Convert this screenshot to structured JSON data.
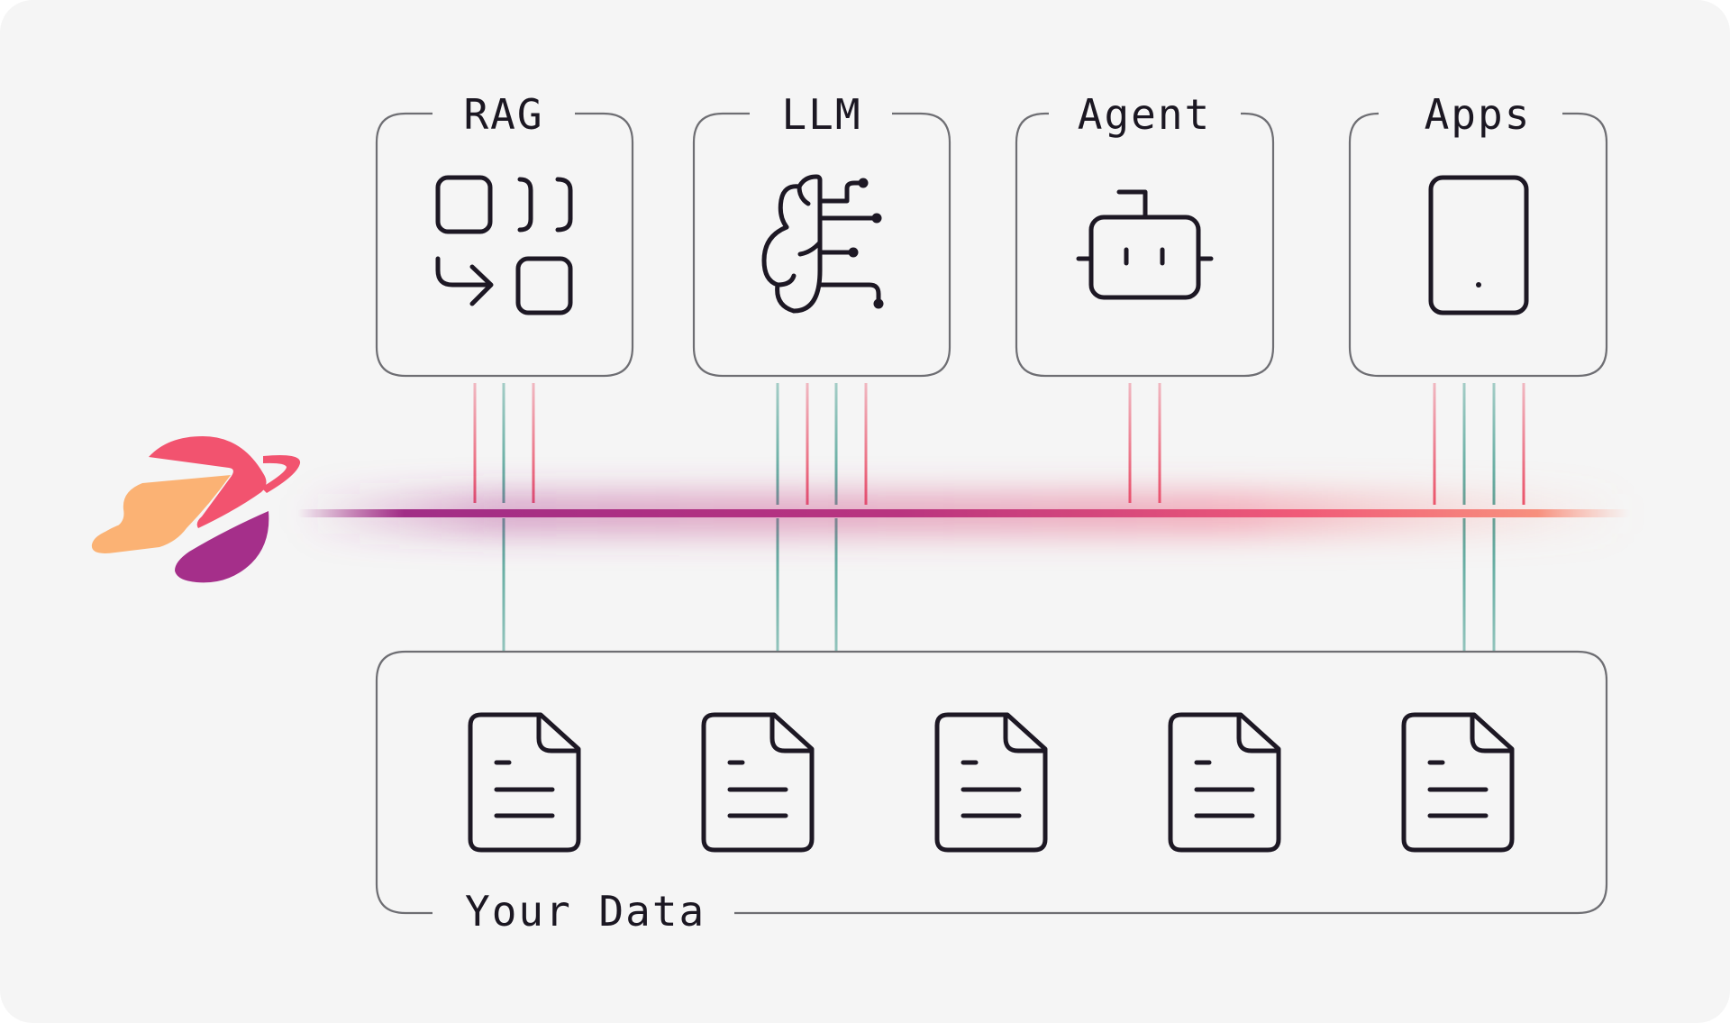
{
  "diagram": {
    "top_boxes": [
      {
        "id": "rag",
        "label": "RAG",
        "icon": "rag-blocks-icon"
      },
      {
        "id": "llm",
        "label": "LLM",
        "icon": "brain-circuit-icon"
      },
      {
        "id": "agent",
        "label": "Agent",
        "icon": "robot-icon"
      },
      {
        "id": "apps",
        "label": "Apps",
        "icon": "tablet-icon"
      }
    ],
    "data_box": {
      "label": "Your Data",
      "document_count": 5,
      "icon": "document-icon"
    },
    "logo": {
      "icon": "planet-logo-icon"
    },
    "colors": {
      "background": "#f5f5f5",
      "box_stroke": "#6e6e73",
      "icon_stroke": "#1d1824",
      "line_red": "#e8455f",
      "line_teal": "#3f9a8c",
      "bus_purple": "#a12d86",
      "bus_pink": "#f05a78",
      "logo_pink": "#f2536f",
      "logo_orange": "#fbb274",
      "logo_purple": "#a52f8a"
    }
  }
}
